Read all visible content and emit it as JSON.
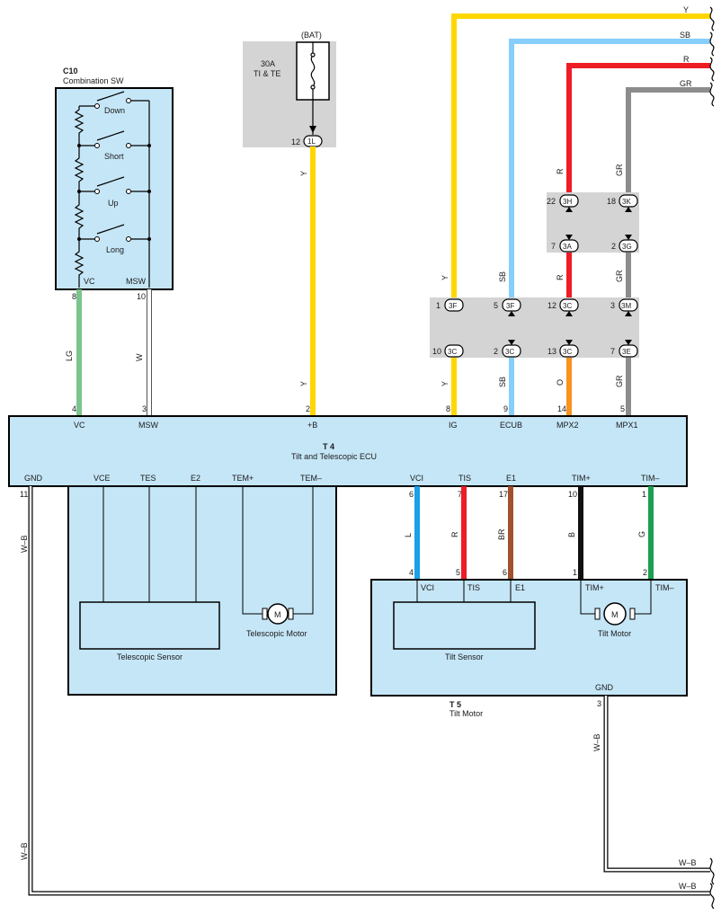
{
  "combination_switch": {
    "code": "C10",
    "name": "Combination SW",
    "switches": [
      "Down",
      "Short",
      "Up",
      "Long"
    ],
    "pin_vc": "VC",
    "pin_msw": "MSW",
    "pin_vc_no": "8",
    "pin_msw_no": "10"
  },
  "battery": {
    "label": "(BAT)",
    "fuse_rating": "30A",
    "fuse_name": "TI & TE",
    "connector": "1L",
    "pin": "12"
  },
  "ecu": {
    "code": "T 4",
    "name": "Tilt and Telescopic ECU",
    "top_pins": [
      {
        "name": "VC",
        "pin": "4"
      },
      {
        "name": "MSW",
        "pin": "3"
      },
      {
        "name": "+B",
        "pin": "2"
      },
      {
        "name": "IG",
        "pin": "8"
      },
      {
        "name": "ECUB",
        "pin": "9"
      },
      {
        "name": "MPX2",
        "pin": "14"
      },
      {
        "name": "MPX1",
        "pin": "5"
      }
    ],
    "bottom_pins": [
      {
        "name": "GND",
        "pin": "11"
      },
      {
        "name": "VCE",
        "pin": ""
      },
      {
        "name": "TES",
        "pin": ""
      },
      {
        "name": "E2",
        "pin": ""
      },
      {
        "name": "TEM+",
        "pin": ""
      },
      {
        "name": "TEM–",
        "pin": ""
      },
      {
        "name": "VCI",
        "pin": "6"
      },
      {
        "name": "TIS",
        "pin": "7"
      },
      {
        "name": "E1",
        "pin": "17"
      },
      {
        "name": "TIM+",
        "pin": "10"
      },
      {
        "name": "TIM–",
        "pin": "1"
      }
    ]
  },
  "telescopic": {
    "sensor": "Telescopic Sensor",
    "motor": "Telescopic Motor",
    "motor_symbol": "M"
  },
  "tilt_motor_unit": {
    "code": "T 5",
    "name": "Tilt Motor",
    "sensor": "Tilt Sensor",
    "motor": "Tilt Motor",
    "motor_symbol": "M",
    "pins": [
      {
        "name": "VCI",
        "pin": "4"
      },
      {
        "name": "TIS",
        "pin": "5"
      },
      {
        "name": "E1",
        "pin": "6"
      },
      {
        "name": "TIM+",
        "pin": "1"
      },
      {
        "name": "TIM–",
        "pin": "2"
      }
    ],
    "gnd": "GND",
    "gnd_pin": "3"
  },
  "upper_connectors": [
    {
      "left_pin": "22",
      "left": "3H",
      "right_pin": "18",
      "right": "3K"
    },
    {
      "left_pin": "7",
      "left": "3A",
      "right_pin": "2",
      "right": "3G"
    }
  ],
  "lower_connectors_top": [
    {
      "pin": "1",
      "name": "3F"
    },
    {
      "pin": "5",
      "name": "3F"
    },
    {
      "pin": "12",
      "name": "3C"
    },
    {
      "pin": "3",
      "name": "3M"
    }
  ],
  "lower_connectors_bottom": [
    {
      "pin": "10",
      "name": "3C"
    },
    {
      "pin": "2",
      "name": "3C"
    },
    {
      "pin": "13",
      "name": "3C"
    },
    {
      "pin": "7",
      "name": "3E"
    }
  ],
  "wire_colors": {
    "Y": "#ffd700",
    "SB": "#87cefa",
    "R": "#ee1c25",
    "GR": "#8c8c8c",
    "LG": "#7cc48e",
    "W": "#ffffff",
    "L": "#1aa0e6",
    "BR": "#a0522d",
    "B": "#111111",
    "G": "#1aa050",
    "O": "#f7931e"
  },
  "wire_codes": {
    "y": "Y",
    "sb": "SB",
    "r": "R",
    "gr": "GR",
    "lg": "LG",
    "w": "W",
    "l": "L",
    "br": "BR",
    "b": "B",
    "g": "G",
    "o": "O",
    "wb": "W–B"
  },
  "colors": {
    "component_fill": "#c5e6f7",
    "shade_fill": "#d4d4d4"
  }
}
